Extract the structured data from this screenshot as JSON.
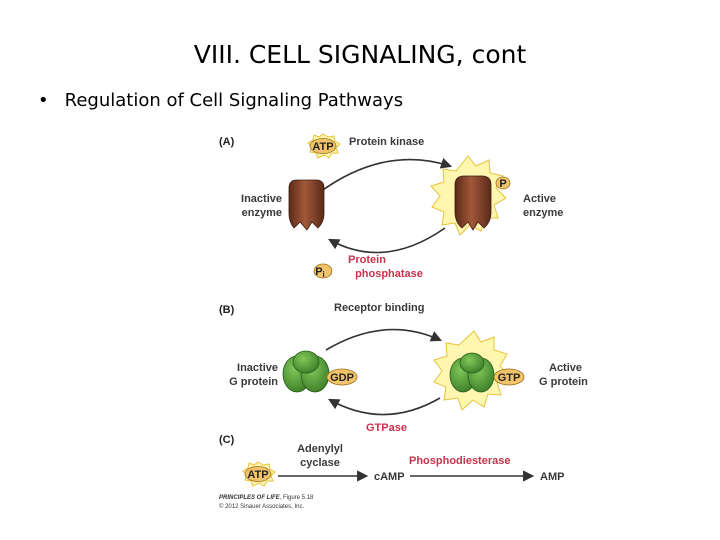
{
  "slide": {
    "title": "VIII.  CELL SIGNALING, cont",
    "bullet": "Regulation of Cell Signaling Pathways"
  },
  "figure": {
    "panel_a": {
      "letter": "(A)",
      "atp": "ATP",
      "kinase": "Protein kinase",
      "inactive_1": "Inactive",
      "inactive_2": "enzyme",
      "active_1": "Active",
      "active_2": "enzyme",
      "phosphate": "P",
      "pi": "P",
      "pi_sub": "i",
      "phosphatase_1": "Protein",
      "phosphatase_2": "phosphatase"
    },
    "panel_b": {
      "letter": "(B)",
      "receptor": "Receptor binding",
      "inactive_1": "Inactive",
      "inactive_2": "G protein",
      "gdp": "GDP",
      "gtp": "GTP",
      "active_1": "Active",
      "active_2": "G protein",
      "gtpase": "GTPase"
    },
    "panel_c": {
      "letter": "(C)",
      "cyclase_1": "Adenylyl",
      "cyclase_2": "cyclase",
      "atp": "ATP",
      "camp": "cAMP",
      "pde": "Phosphodiesterase",
      "amp": "AMP"
    },
    "credit": {
      "book": "PRINCIPLES OF LIFE",
      "figure": ", Figure 5.18",
      "copyright": "© 2012 Sinauer Associates, Inc."
    },
    "colors": {
      "enzyme": "#7a3a24",
      "gprotein": "#4f9a36",
      "red_label": "#c8334d",
      "burst": "#fff6b0",
      "badge": "#f2c46a"
    }
  }
}
